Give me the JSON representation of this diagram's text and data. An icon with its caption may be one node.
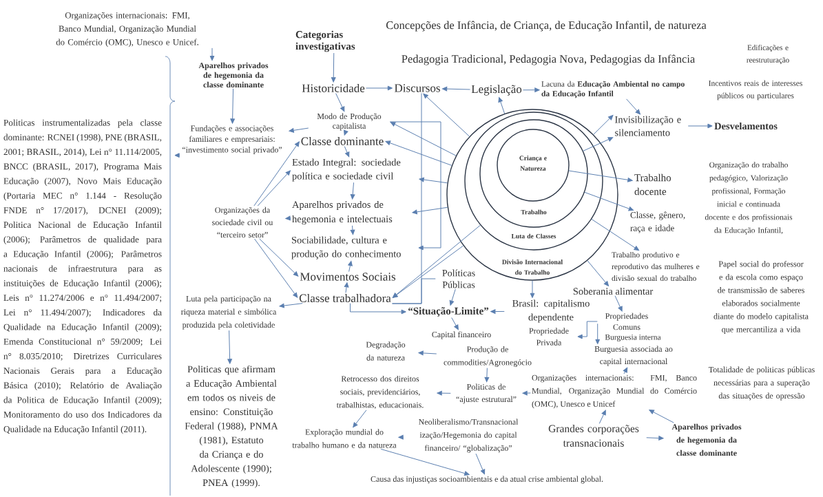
{
  "diagram": {
    "nodes": [
      {
        "text": [
          "Organizações internacionais: FMI, Banco Mundial, Organização Mundial do Comércio (OMC), Unesco e Unicef."
        ]
      },
      {
        "text": [
          "Politicas instrumentalizadas pela classe dominante: RCNEI (1998), PNE (BRASIL, 2001; BRASIL, 2014), Lei n° 11.114/2005, BNCC (BRASIL, 2017), Programa Mais Educação (2007), Novo Mais Educação (Portaria MEC n° 1.144 - Resolução FNDE n° 17/2017), DCNEI (2009); Politica Nacional de Educação Infantil (2006); Parâmetros de qualidade para a Educação Infantil (2006); Parâmetros nacionais de infraestrutura para as instituições de Educação Infantil (2006); Leis n° 11.274/2006 e n° 11.494/2007; Lei n° 11.494/2007); Indicadores da Qualidade na Educação Infantil (2009); Emenda Constitucional n° 59/2009; Lei n° 8.035/2010; Diretrizes Curriculares Nacionais Gerais para a Educação Básica (2010); Relatório de Avaliação da Politica de Educação Infantil (2009); Monitoramento do uso dos Indicadores da Qualidade na Educação Infantil (2011)."
        ]
      },
      {
        "text": [
          "Aparelhos privados de hegemonia da classe dominante"
        ]
      },
      {
        "text": [
          "Fundações e associações familiares e empresariais: “investimento social privado”"
        ]
      },
      {
        "text": [
          "Categorias investigativas"
        ]
      },
      {
        "text": [
          "Historicidade"
        ]
      },
      {
        "text": [
          "Discursos"
        ]
      },
      {
        "text": [
          "Legislação"
        ]
      },
      {
        "text": [
          "Lacuna da **Educação Ambiental no campo da Educação Infantil**"
        ]
      },
      {
        "text": [
          "Invisibilização e silenciamento"
        ]
      },
      {
        "text": [
          "Desvelamentos"
        ]
      },
      {
        "text": [
          "Modo de Produção capitalista"
        ]
      },
      {
        "text": [
          "Classe dominante"
        ]
      },
      {
        "text": [
          "Estado Integral: sociedade política e sociedade civil"
        ]
      },
      {
        "text": [
          "Organizações da sociedade civil ou “terceiro setor”"
        ]
      },
      {
        "text": [
          "Aparelhos privados de hegemonia e intelectuais"
        ]
      },
      {
        "text": [
          "Sociabilidade, cultura e produção do conhecimento"
        ]
      },
      {
        "text": [
          "Movimentos Sociais"
        ]
      },
      {
        "text": [
          "Classe trabalhadora"
        ]
      },
      {
        "text": [
          "Luta pela participação na riqueza material e simbólica produzida pela coletividade"
        ]
      },
      {
        "text": [
          "Politicas que afirmam a Educação Ambiental em todos os niveis de ensino: Constituição Federal (1988), PNMA (1981), Estatuto da Criança e do Adolescente (1990); PNEA (1999)."
        ]
      },
      {
        "text": [
          "Políticas Públicas"
        ]
      },
      {
        "text": [
          "“Situação-Limite”"
        ]
      },
      {
        "text": [
          "Divisão Internacional do Trabalho"
        ]
      },
      {
        "text": [
          "Luta de Classes"
        ],
        "in": 23
      },
      {
        "text": [
          "Trabalho"
        ],
        "in": 24
      },
      {
        "text": [
          "Criança e Natureza"
        ],
        "in": 25
      },
      {
        "text": [
          "Trabalho docente"
        ]
      },
      {
        "text": [
          "Classe, gênero, raça e idade"
        ]
      },
      {
        "text": [
          "Trabalho produtivo e reprodutivo das mulheres e divisão sexual do trabalho"
        ]
      },
      {
        "text": [
          "Soberania alimentar"
        ]
      },
      {
        "text": [
          "Brasil: capitalismo dependente"
        ]
      },
      {
        "text": [
          "Propriedades Comuns"
        ]
      },
      {
        "text": [
          "Propriedade Privada"
        ]
      },
      {
        "text": [
          "Burguesia associada ao capital internacional"
        ]
      },
      {
        "text": [
          "Capital financeiro"
        ]
      },
      {
        "text": [
          "Degradação da natureza"
        ]
      },
      {
        "text": [
          "Produção de commodities/Agronegócio"
        ]
      },
      {
        "text": [
          "Retrocesso dos direitos sociais, previdenciários, trabalhistas, educacionais."
        ]
      },
      {
        "text": [
          "Politicas de “ajuste estrutural”"
        ]
      },
      {
        "text": [
          "Organizações internacionais: FMI, Banco Mundial, Organização Mundial do Comércio (OMC), Unesco e Unicef"
        ]
      },
      {
        "text": [
          "Exploração mundial do trabalho humano e da natureza"
        ]
      },
      {
        "text": [
          "Neoliberalismo/Transnacional ização/Hegemonia do capital financeiro/ “globalização”"
        ]
      },
      {
        "text": [
          "Grandes corporações transnacionais"
        ]
      },
      {
        "text": [
          "Aparelhos privados de hegemonia da classe dominante"
        ]
      },
      {
        "text": [
          "Causa das injustiças socioambientais e da atual crise ambiental global."
        ]
      }
    ],
    "edges": [
      {
        "from": 0,
        "to": 2,
        "arrow": "to"
      },
      {
        "from": 2,
        "to": 3,
        "arrow": "to"
      },
      {
        "from": 3,
        "to": 1,
        "arrow": "to"
      },
      {
        "from": 4,
        "to": 5,
        "arrow": "to"
      },
      {
        "from": 5,
        "to": 6,
        "arrow": "to"
      },
      {
        "from": 7,
        "to": 6,
        "arrow": "to"
      },
      {
        "from": 7,
        "to": 8,
        "arrow": "to"
      },
      {
        "from": 8,
        "to": 9,
        "arrow": "to"
      },
      {
        "from": 9,
        "to": 10,
        "arrow": "to"
      },
      {
        "from": 5,
        "to": 11,
        "arrow": "to"
      },
      {
        "from": 11,
        "to": 12,
        "arrow": "to"
      },
      {
        "from": 11,
        "to": 3,
        "arrow": "to"
      },
      {
        "from": 12,
        "to": 13,
        "arrow": "to"
      },
      {
        "from": 13,
        "to": 15,
        "arrow": "to"
      },
      {
        "from": 15,
        "to": 16,
        "arrow": "to"
      },
      {
        "from": 15,
        "to": 14,
        "arrow": "to"
      },
      {
        "from": 14,
        "to": 12,
        "arrow": "to"
      },
      {
        "from": 14,
        "to": 13,
        "arrow": "to"
      },
      {
        "from": 14,
        "to": 17,
        "arrow": "to"
      },
      {
        "from": 14,
        "to": 18,
        "arrow": "to"
      },
      {
        "from": 17,
        "to": 16,
        "arrow": "to"
      },
      {
        "from": 18,
        "to": 17,
        "arrow": "to"
      },
      {
        "from": 18,
        "to": 19,
        "arrow": "to"
      },
      {
        "from": 19,
        "to": 20,
        "arrow": "to"
      },
      {
        "from": 18,
        "to": 22,
        "arrow": "to"
      },
      {
        "from": 21,
        "to": 22,
        "arrow": "to"
      },
      {
        "from": 6,
        "to": 18,
        "arrow": "none"
      },
      {
        "from": 11,
        "to": 16,
        "arrow": "to"
      },
      {
        "from": 23,
        "to": 6,
        "arrow": "to"
      },
      {
        "from": 23,
        "to": 7,
        "arrow": "to"
      },
      {
        "from": 23,
        "to": 11,
        "arrow": "to"
      },
      {
        "from": 23,
        "to": 12,
        "arrow": "to"
      },
      {
        "from": 23,
        "to": 13,
        "arrow": "to"
      },
      {
        "from": 23,
        "to": 15,
        "arrow": "to"
      },
      {
        "from": 24,
        "to": 18,
        "arrow": "to"
      },
      {
        "from": 23,
        "to": 18,
        "arrow": "to"
      },
      {
        "from": 25,
        "to": 9,
        "arrow": "to"
      },
      {
        "from": 23,
        "to": 9,
        "arrow": "to"
      },
      {
        "from": 26,
        "to": 27,
        "arrow": "to"
      },
      {
        "from": 25,
        "to": 28,
        "arrow": "to"
      },
      {
        "from": 24,
        "to": 29,
        "arrow": "to"
      },
      {
        "from": 23,
        "to": 30,
        "arrow": "to"
      },
      {
        "from": 23,
        "to": 31,
        "arrow": "to"
      },
      {
        "from": 31,
        "to": 22,
        "arrow": "to"
      },
      {
        "from": 30,
        "to": 32,
        "arrow": "to"
      },
      {
        "from": 32,
        "to": 33,
        "arrow": "to"
      },
      {
        "from": 31,
        "to": 34,
        "arrow": "to"
      },
      {
        "from": 22,
        "to": 35,
        "arrow": "to"
      },
      {
        "from": 37,
        "to": 36,
        "arrow": "to"
      },
      {
        "from": 37,
        "to": 39,
        "arrow": "to"
      },
      {
        "from": 40,
        "to": 39,
        "arrow": "to"
      },
      {
        "from": 39,
        "to": 38,
        "arrow": "to"
      },
      {
        "from": 38,
        "to": 41,
        "arrow": "to"
      },
      {
        "from": 42,
        "to": 41,
        "arrow": "to"
      },
      {
        "from": 41,
        "to": 45,
        "arrow": "to"
      },
      {
        "from": 42,
        "to": 45,
        "arrow": "to"
      },
      {
        "from": 40,
        "to": 34,
        "arrow": "to"
      },
      {
        "from": 43,
        "to": 40,
        "arrow": "to"
      },
      {
        "from": 43,
        "to": 44,
        "arrow": "to"
      },
      {
        "from": 44,
        "to": 40,
        "arrow": "to"
      },
      {
        "from": 21,
        "to": 18,
        "arrow": "none"
      }
    ],
    "labels": [
      "Concepções de Infância, de Criança, de Educação Infantil, de natureza",
      "Pedagogia Tradicional, Pedagogia Nova, Pedagogias da Infância",
      "Edificações e reestruturação",
      "Incentivos reais de interesses públicos ou particulares",
      "Organização do trabalho pedagógico, Valorização profissional, Formação inicial e continuada docente e dos profissionais da Educação Infantil,",
      "Papel social do professor e da escola como espaço de transmissão de saberes elaborados socialmente diante do modelo capitalista que mercantiliza a vida",
      "Burguesia interna",
      "Totalidade de politicas públicas necessárias para a superação das situações de opressão"
    ]
  }
}
